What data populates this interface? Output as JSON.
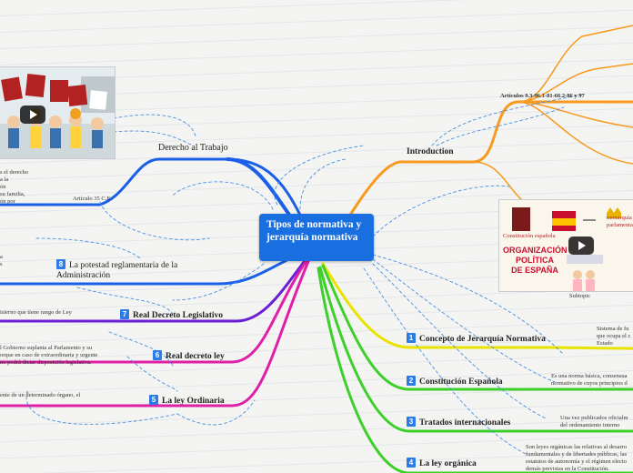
{
  "central_topic": "Tipos de normativa y jerarquía normativa",
  "branches": {
    "derecho_trabajo": {
      "label": "Derecho al Trabajo",
      "sub": "Artículo 35 C.E"
    },
    "left_text_1": [
      "s el derecho",
      "a la",
      "ón",
      "su familia,",
      "ón por"
    ],
    "left_text_2": [
      "a",
      "s"
    ],
    "potestad": {
      "number": "8",
      "label": "La potestad reglamentaria de la Administración"
    },
    "real_decreto_legislativo": {
      "number": "7",
      "label": "Real Decreto Legislativo",
      "desc": "isierno que tiene rango de Ley"
    },
    "real_decreto_ley": {
      "number": "6",
      "label": "Real decreto ley",
      "desc_1": "l Gobierno suplanta al Parlamento y su",
      "desc_2": "orque en caso de extraordinaria y urgente",
      "desc_3": "no podrá dictar disposición legislativa."
    },
    "ley_ordinaria": {
      "number": "5",
      "label": "La ley Ordinaria",
      "desc": "ente de un determinado órgano, el"
    },
    "introduction": {
      "label": "Introduction",
      "articles": "Artículos 9.3-96.1-81-66.2-86 y 97",
      "subtopic": "Subtopic"
    },
    "concepto": {
      "number": "1",
      "label": "Concepto de Jerarquía Normativa",
      "desc": [
        "Sistema de fu",
        "que ocupa el c",
        "Estado"
      ]
    },
    "constitucion": {
      "number": "2",
      "label": "Constitución Española",
      "desc": [
        "Es una norma básica, consensua",
        "normativo de cuyos principios d"
      ]
    },
    "tratados": {
      "number": "3",
      "label": "Tratados internacionales",
      "desc": [
        "Una vez publicados oficialm",
        "del ordenamiento interno"
      ]
    },
    "ley_organica": {
      "number": "4",
      "label": "La ley orgánica",
      "desc": [
        "Son leyes orgánicas las relativas al desarro",
        "fundamentales y de libertades públicas, las",
        "estatutos de autonomía y el régimen electo",
        "demás previstas en la Constitución."
      ]
    }
  },
  "video_right": {
    "title_lines": [
      "ORGANIZACIÓN",
      "POLÍTICA",
      "DE ESPAÑA"
    ],
    "caption_top": "Constitución española",
    "caption_right": "monarquía parlamentaria"
  },
  "colors": {
    "central": "#1a6fe0",
    "blue_branch": "#1a5fe8",
    "purple": "#6a1fd6",
    "magenta": "#e01fa8",
    "orange": "#f79a1e",
    "yellow": "#e8e400",
    "green": "#3dcf2a",
    "cyan": "#1ec8c8"
  }
}
